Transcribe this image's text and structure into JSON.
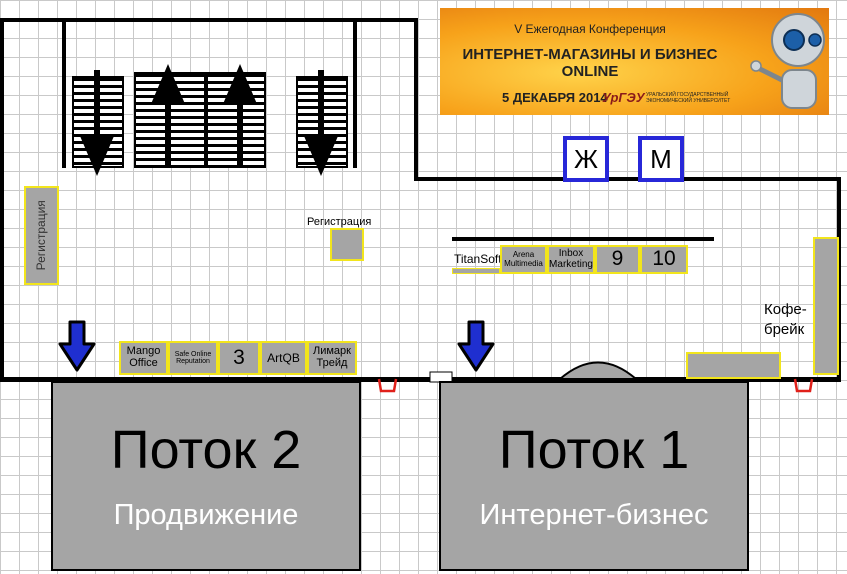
{
  "banner": {
    "line1": "V Ежегодная Конференция",
    "line2": "ИНТЕРНЕТ-МАГАЗИНЫ И БИЗНЕС ONLINE",
    "date": "5 ДЕКАБРЯ 2014",
    "logo": "УрГЭУ",
    "university": "УРАЛЬСКИЙ ГОСУДАРСТВЕННЫЙ ЭКОНОМИЧЕСКИЙ УНИВЕРСИТЕТ"
  },
  "restrooms": {
    "women": "Ж",
    "men": "М"
  },
  "registration": {
    "left": "Регистрация",
    "center": "Регистрация"
  },
  "stands_bottom": [
    {
      "label": "Mango Office"
    },
    {
      "label": "Safe Online Reputation"
    },
    {
      "label": "3"
    },
    {
      "label": "ArtQB"
    },
    {
      "label": "Лимарк Трейд"
    }
  ],
  "stands_middle": [
    {
      "label": "TitanSoft"
    },
    {
      "label": "Arena Multimedia"
    },
    {
      "label": "Inbox Marketing"
    },
    {
      "label": "9"
    },
    {
      "label": "10"
    }
  ],
  "coffee_break": "Кофе-брейк",
  "halls": [
    {
      "title": "Поток 2",
      "subtitle": "Продвижение"
    },
    {
      "title": "Поток 1",
      "subtitle": "Интернет-бизнес"
    }
  ],
  "colors": {
    "stand_fill": "#a5a5a5",
    "stand_border": "#f2e51c",
    "restroom_border": "#2727d8",
    "entrance_arrow": "#1f2fd0",
    "door_mark": "#e0201a"
  }
}
